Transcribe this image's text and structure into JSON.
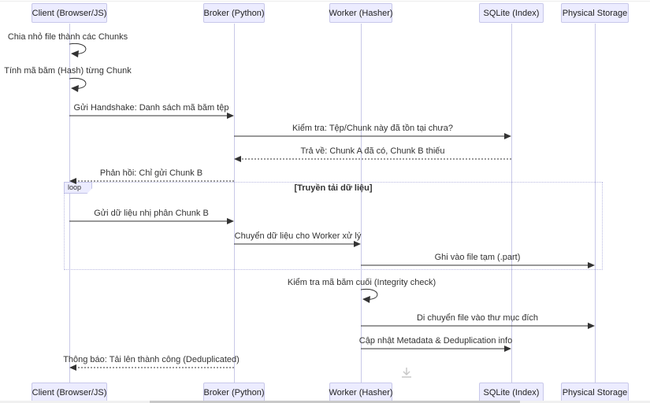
{
  "diagram": {
    "participants": [
      {
        "label": "Client (Browser/JS)"
      },
      {
        "label": "Broker (Python)"
      },
      {
        "label": "Worker (Hasher)"
      },
      {
        "label": "SQLite (Index)"
      },
      {
        "label": "Physical Storage"
      }
    ],
    "messages": [
      {
        "text": "Chia nhỏ file thành các Chunks",
        "from": "Client (Browser/JS)",
        "to": "Client (Browser/JS)",
        "line": "solid",
        "kind": "self"
      },
      {
        "text": "Tính mã băm (Hash) từng Chunk",
        "from": "Client (Browser/JS)",
        "to": "Client (Browser/JS)",
        "line": "solid",
        "kind": "self"
      },
      {
        "text": "Gửi Handshake: Danh sách mã băm tệp",
        "from": "Client (Browser/JS)",
        "to": "Broker (Python)",
        "line": "solid",
        "kind": "message"
      },
      {
        "text": "Kiểm tra: Tệp/Chunk này đã tồn tại chưa?",
        "from": "Broker (Python)",
        "to": "SQLite (Index)",
        "line": "solid",
        "kind": "message"
      },
      {
        "text": "Trả về: Chunk A đã có, Chunk B thiếu",
        "from": "SQLite (Index)",
        "to": "Broker (Python)",
        "line": "dotted",
        "kind": "reply"
      },
      {
        "text": "Phản hồi: Chỉ gửi Chunk B",
        "from": "Broker (Python)",
        "to": "Client (Browser/JS)",
        "line": "dotted",
        "kind": "reply"
      },
      {
        "text": "Gửi dữ liệu nhị phân Chunk B",
        "from": "Client (Browser/JS)",
        "to": "Broker (Python)",
        "line": "solid",
        "kind": "message"
      },
      {
        "text": "Chuyển dữ liệu cho Worker xử lý",
        "from": "Broker (Python)",
        "to": "Worker (Hasher)",
        "line": "solid",
        "kind": "message"
      },
      {
        "text": "Ghi vào file tạm (.part)",
        "from": "Worker (Hasher)",
        "to": "Physical Storage",
        "line": "solid",
        "kind": "message"
      },
      {
        "text": "Kiểm tra mã băm cuối (Integrity check)",
        "from": "Worker (Hasher)",
        "to": "Worker (Hasher)",
        "line": "solid",
        "kind": "self"
      },
      {
        "text": "Di chuyển file vào thư mục đích",
        "from": "Worker (Hasher)",
        "to": "Physical Storage",
        "line": "solid",
        "kind": "message"
      },
      {
        "text": "Cập nhật Metadata & Deduplication info",
        "from": "Worker (Hasher)",
        "to": "SQLite (Index)",
        "line": "solid",
        "kind": "message"
      },
      {
        "text": "Thông báo: Tải lên thành công (Deduplicated)",
        "from": "Broker (Python)",
        "to": "Client (Browser/JS)",
        "line": "dotted",
        "kind": "reply"
      }
    ],
    "loop": {
      "keyword": "loop",
      "title": "[Truyền tải dữ liệu]"
    },
    "colors": {
      "participant_fill": "#ECECFF",
      "participant_border": "#c8c8ea",
      "lifeline": "#c9c9e8",
      "arrow": "#333333",
      "text": "#333333",
      "loop_border": "#b8b8e0",
      "icon_gray": "#c9c9c9"
    },
    "icons": [
      {
        "name": "download-icon"
      }
    ]
  }
}
